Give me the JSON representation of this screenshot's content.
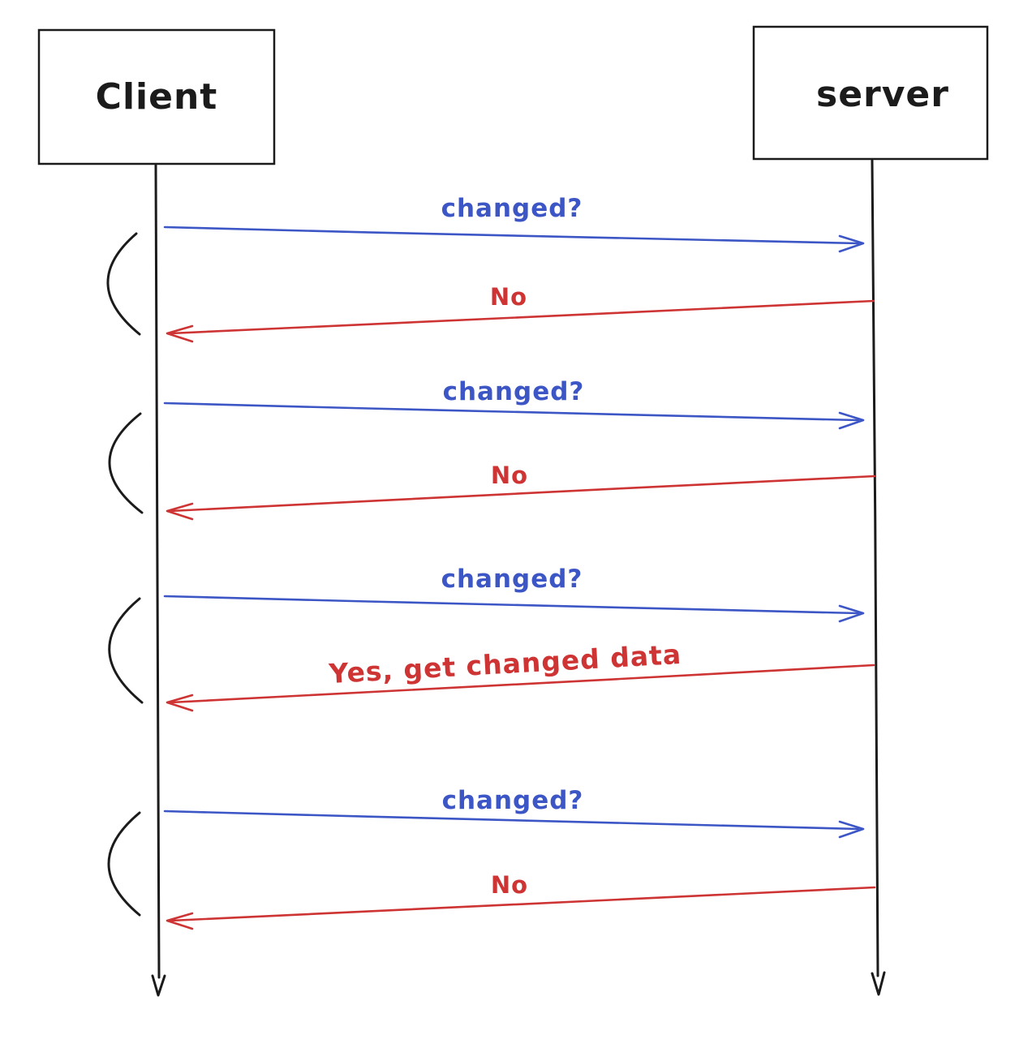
{
  "diagram": {
    "type": "sequence",
    "actors": [
      {
        "id": "client",
        "name": "Client"
      },
      {
        "id": "server",
        "name": "server"
      }
    ],
    "colors": {
      "request_blue": "#3d56c5",
      "response_red": "#ce3434",
      "ink_black": "#1b1b1b",
      "background": "#ffffff"
    },
    "messages": [
      {
        "label": "changed?",
        "from": "client",
        "to": "server",
        "kind": "request"
      },
      {
        "label": "No",
        "from": "server",
        "to": "client",
        "kind": "response"
      },
      {
        "label": "changed?",
        "from": "client",
        "to": "server",
        "kind": "request"
      },
      {
        "label": "No",
        "from": "server",
        "to": "client",
        "kind": "response"
      },
      {
        "label": "changed?",
        "from": "client",
        "to": "server",
        "kind": "request"
      },
      {
        "label": "Yes, get changed data",
        "from": "server",
        "to": "client",
        "kind": "response"
      },
      {
        "label": "changed?",
        "from": "client",
        "to": "server",
        "kind": "request"
      },
      {
        "label": "No",
        "from": "server",
        "to": "client",
        "kind": "response"
      }
    ],
    "wait_marker_count": 4
  }
}
